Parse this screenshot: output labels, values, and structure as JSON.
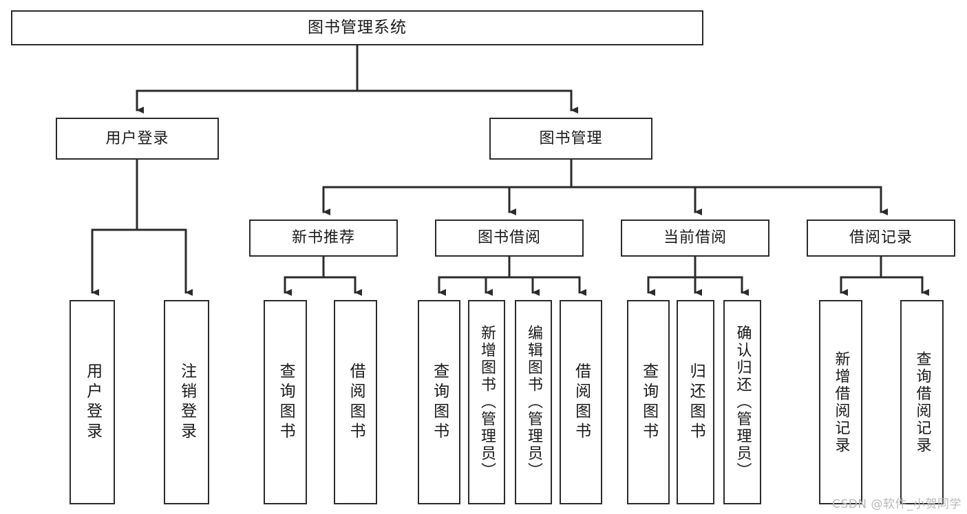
{
  "diagram": {
    "type": "tree",
    "title": "图书管理系统",
    "orientation": "top-down",
    "colors": {
      "box_border": "#2b2b2b",
      "box_fill": "#ffffff",
      "connector": "#2b2b2b",
      "text": "#1a1a1a",
      "watermark": "#b9b9b9",
      "background": "#ffffff"
    }
  },
  "nodes": {
    "root": {
      "label": "图书管理系统",
      "level": 1
    },
    "level2": [
      {
        "id": "user-login",
        "label": "用户登录"
      },
      {
        "id": "book-manage",
        "label": "图书管理"
      }
    ],
    "level3": [
      {
        "id": "new-book-rec",
        "label": "新书推荐",
        "parent": "book-manage"
      },
      {
        "id": "book-borrow",
        "label": "图书借阅",
        "parent": "book-manage"
      },
      {
        "id": "current-borrow",
        "label": "当前借阅",
        "parent": "book-manage"
      },
      {
        "id": "borrow-record",
        "label": "借阅记录",
        "parent": "book-manage"
      }
    ],
    "leaves": [
      {
        "id": "leaf-user-login",
        "label": "用户登录",
        "parent": "user-login"
      },
      {
        "id": "leaf-logout",
        "label": "注销登录",
        "parent": "user-login"
      },
      {
        "id": "leaf-query-book-1",
        "label": "查询图书",
        "parent": "new-book-rec"
      },
      {
        "id": "leaf-borrow-book-1",
        "label": "借阅图书",
        "parent": "new-book-rec"
      },
      {
        "id": "leaf-query-book-2",
        "label": "查询图书",
        "parent": "book-borrow"
      },
      {
        "id": "leaf-add-book",
        "label": "新增图书（管理员）",
        "parent": "book-borrow"
      },
      {
        "id": "leaf-edit-book",
        "label": "编辑图书（管理员）",
        "parent": "book-borrow"
      },
      {
        "id": "leaf-borrow-book-2",
        "label": "借阅图书",
        "parent": "book-borrow"
      },
      {
        "id": "leaf-query-book-3",
        "label": "查询图书",
        "parent": "current-borrow"
      },
      {
        "id": "leaf-return-book",
        "label": "归还图书",
        "parent": "current-borrow"
      },
      {
        "id": "leaf-confirm-return",
        "label": "确认归还（管理员）",
        "parent": "current-borrow"
      },
      {
        "id": "leaf-add-record",
        "label": "新增借阅记录",
        "parent": "borrow-record"
      },
      {
        "id": "leaf-query-record",
        "label": "查询借阅记录",
        "parent": "borrow-record"
      }
    ]
  },
  "watermark": {
    "text": "CSDN @软件_小贺同学"
  }
}
